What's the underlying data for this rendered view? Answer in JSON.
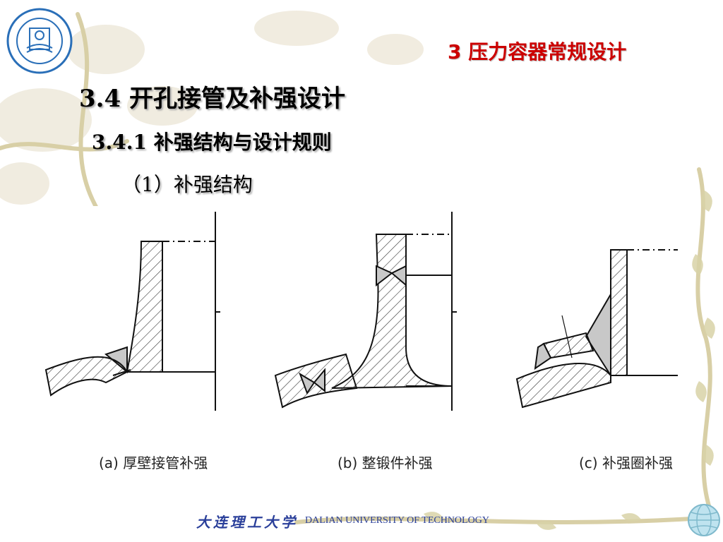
{
  "section_title": "3  压力容器常规设计",
  "heading1": "3.4  开孔接管及补强设计",
  "heading2": "3.4.1  补强结构与设计规则",
  "heading3": "（1）补强结构",
  "figure": {
    "captions": [
      "(a) 厚壁接管补强",
      "(b) 整锻件补强",
      "(c) 补强圈补强"
    ]
  },
  "footer": {
    "cn": "大连理工大学",
    "en": "DALIAN UNIVERSITY OF TECHNOLOGY"
  },
  "colors": {
    "section_title": "#cc0000",
    "footer": "#2a3f9a",
    "logo": "#2a6fb8"
  },
  "icons": {
    "logo": "university-seal-icon",
    "globe": "globe-icon"
  }
}
